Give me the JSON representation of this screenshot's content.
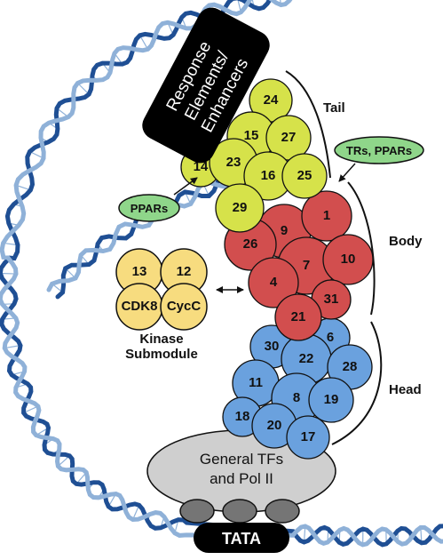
{
  "colors": {
    "tail": "#d6e24a",
    "body": "#d24e4e",
    "head": "#6aa1de",
    "kinase": "#f7dc7f",
    "oval_green": "#8fd68a",
    "gtf_gray": "#cfcfcf",
    "dna_dark": "#1f4f94",
    "dna_light": "#8fb1d8",
    "black": "#000000"
  },
  "response_box": {
    "lines": [
      "Response",
      "Elements/",
      "Enhancers"
    ]
  },
  "tata_label": "TATA",
  "gtf": {
    "lines": [
      "General TFs",
      "and Pol II"
    ]
  },
  "kinase": {
    "title_lines": [
      "Kinase",
      "Submodule"
    ],
    "subunits": [
      "13",
      "12",
      "CDK8",
      "CycC"
    ]
  },
  "ovals": {
    "ppars_left": "PPARs",
    "trs_ppars": "TRs, PPARs"
  },
  "module_labels": {
    "tail": "Tail",
    "body": "Body",
    "head": "Head"
  },
  "mediator": {
    "tail": [
      "24",
      "15",
      "27",
      "14",
      "23",
      "16",
      "25",
      "29"
    ],
    "body": [
      "9",
      "1",
      "26",
      "7",
      "10",
      "4",
      "31",
      "21"
    ],
    "head": [
      "6",
      "30",
      "22",
      "28",
      "11",
      "8",
      "19",
      "18",
      "20",
      "17"
    ]
  }
}
